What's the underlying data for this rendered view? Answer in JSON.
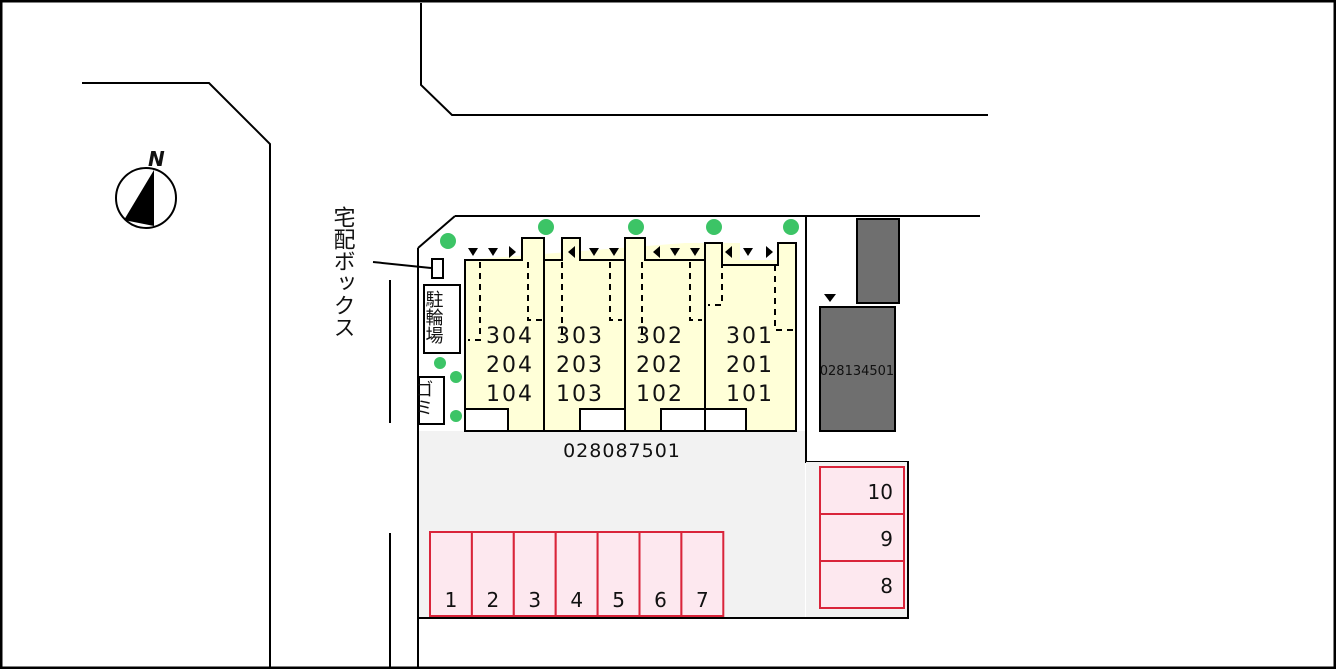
{
  "compass": {
    "label": "N"
  },
  "delivery_box_label": "宅配ボックス",
  "bicycle_parking_label": "駐輪場",
  "garbage_label": "ゴミ",
  "building_main": {
    "id": "028087501",
    "columns": [
      [
        "304",
        "204",
        "104"
      ],
      [
        "303",
        "203",
        "103"
      ],
      [
        "302",
        "202",
        "102"
      ],
      [
        "301",
        "201",
        "101"
      ]
    ]
  },
  "building_side": {
    "id": "028134501"
  },
  "parking_bottom": [
    "1",
    "2",
    "3",
    "4",
    "5",
    "6",
    "7"
  ],
  "parking_right": [
    "10",
    "9",
    "8"
  ],
  "colors": {
    "building_fill": "#ffffd8",
    "side_building": "#6f6f6f",
    "lot": "#f2f2f2",
    "parking_fill": "#fde8ef",
    "parking_stroke": "#d9243a",
    "tree": "#3cc466"
  }
}
